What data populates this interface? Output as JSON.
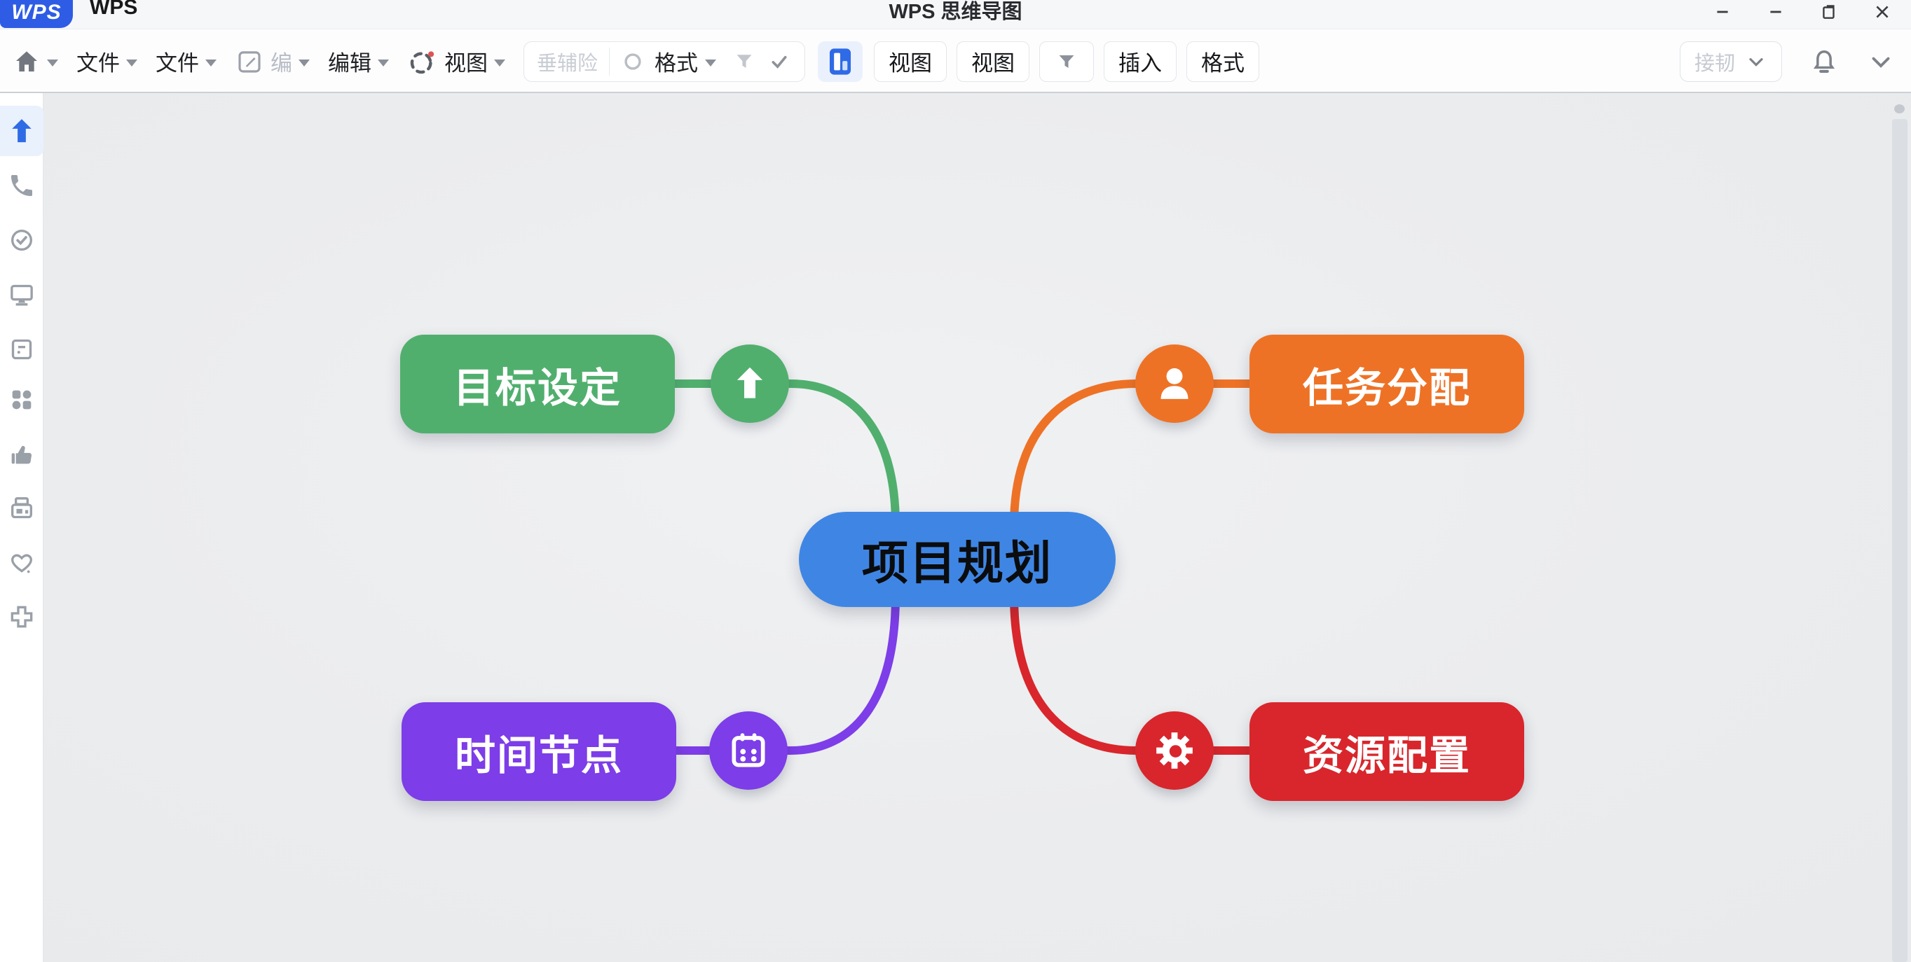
{
  "titlebar": {
    "logo": "WPS",
    "tab": "WPS",
    "title": "WPS 思维导图",
    "window_icons": [
      "minimize-icon",
      "minimize-icon",
      "restore-icon",
      "close-icon"
    ]
  },
  "toolbar": {
    "menu_file1": "文件",
    "menu_file2": "文件",
    "menu_edit_short": "编",
    "menu_edit": "编辑",
    "menu_view": "视图",
    "group_disabled_text": "垂辅险",
    "group_format": "格式",
    "btn_view1": "视图",
    "btn_view2": "视图",
    "btn_insert": "插入",
    "btn_format": "格式",
    "btn_share": "接韧",
    "left_icons": [
      "home-icon",
      "edit-square-icon",
      "dots-circle-icon",
      "circle-icon",
      "funnel-icon",
      "check-icon",
      "layout-icon",
      "funnel-icon"
    ],
    "right_icons": [
      "bell-icon",
      "chevron-down-icon"
    ]
  },
  "sidebar": {
    "items": [
      {
        "icon": "up-arrow-icon",
        "active": true
      },
      {
        "icon": "phone-icon",
        "active": false
      },
      {
        "icon": "circle-check-icon",
        "active": false
      },
      {
        "icon": "monitor-icon",
        "active": false
      },
      {
        "icon": "note-icon",
        "active": false
      },
      {
        "icon": "grid-icon",
        "active": false
      },
      {
        "icon": "hand-icon",
        "active": false
      },
      {
        "icon": "printer-icon",
        "active": false
      },
      {
        "icon": "heart-icon",
        "active": false
      },
      {
        "icon": "plus-badge-icon",
        "active": false
      }
    ],
    "active_color": "#2f6be5"
  },
  "mindmap": {
    "center": {
      "label": "项目规划",
      "color": "#3f86e4",
      "text_color": "#0b0c0e"
    },
    "branches": [
      {
        "label": "目标设定",
        "color": "#51af6e",
        "icon": "arrow-up-icon",
        "position": "top-left"
      },
      {
        "label": "任务分配",
        "color": "#ee7226",
        "icon": "person-icon",
        "position": "top-right"
      },
      {
        "label": "时间节点",
        "color": "#7d3de8",
        "icon": "calendar-icon",
        "position": "bottom-left"
      },
      {
        "label": "资源配置",
        "color": "#d8262c",
        "icon": "gear-icon",
        "position": "bottom-right"
      }
    ]
  },
  "colors": {
    "canvas_bg": "#ecedef",
    "toolbar_bg": "#fdfdfe",
    "notification_dot": "#e05252",
    "accent_blue": "#2f5ce5"
  }
}
